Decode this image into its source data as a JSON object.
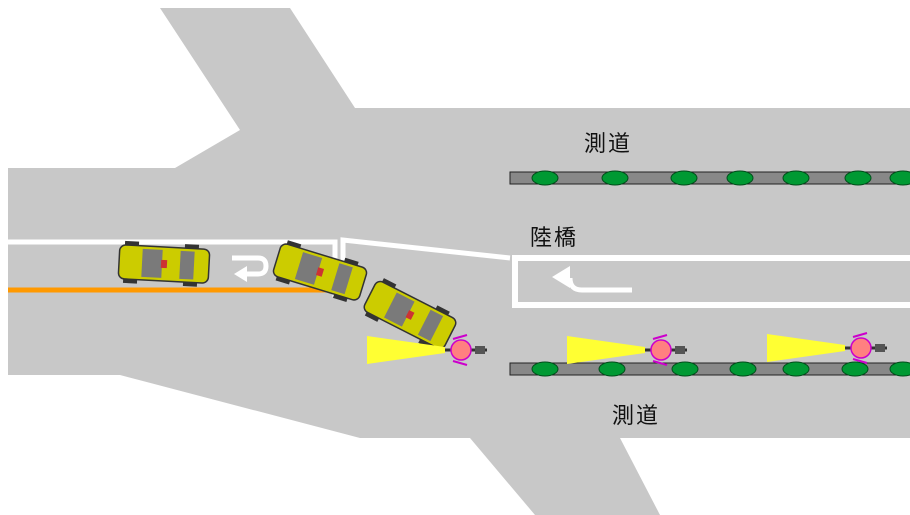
{
  "labels": {
    "sidewalk_top": "測道",
    "overpass": "陸橋",
    "sidewalk_bottom": "測道"
  },
  "colors": {
    "road": "#c8c8c8",
    "background": "#ffffff",
    "lane_line": "#ffffff",
    "center_line": "#ff9900",
    "median_strip": "#888888",
    "shrub": "#009933",
    "car_body": "#cccc00",
    "headlight": "#ffff33",
    "rider": "#ff8080",
    "rider_outline": "#cc00cc"
  },
  "icons": {
    "turn_arrow_left_lane": "u-turn-arrow-icon",
    "turn_arrow_right_lane": "left-turn-arrow-icon",
    "car": "taxi-car-icon",
    "motorcycle": "motorcycle-with-headlight-icon"
  },
  "counts": {
    "taxi_positions": 3,
    "motorcycle_positions": 3
  }
}
